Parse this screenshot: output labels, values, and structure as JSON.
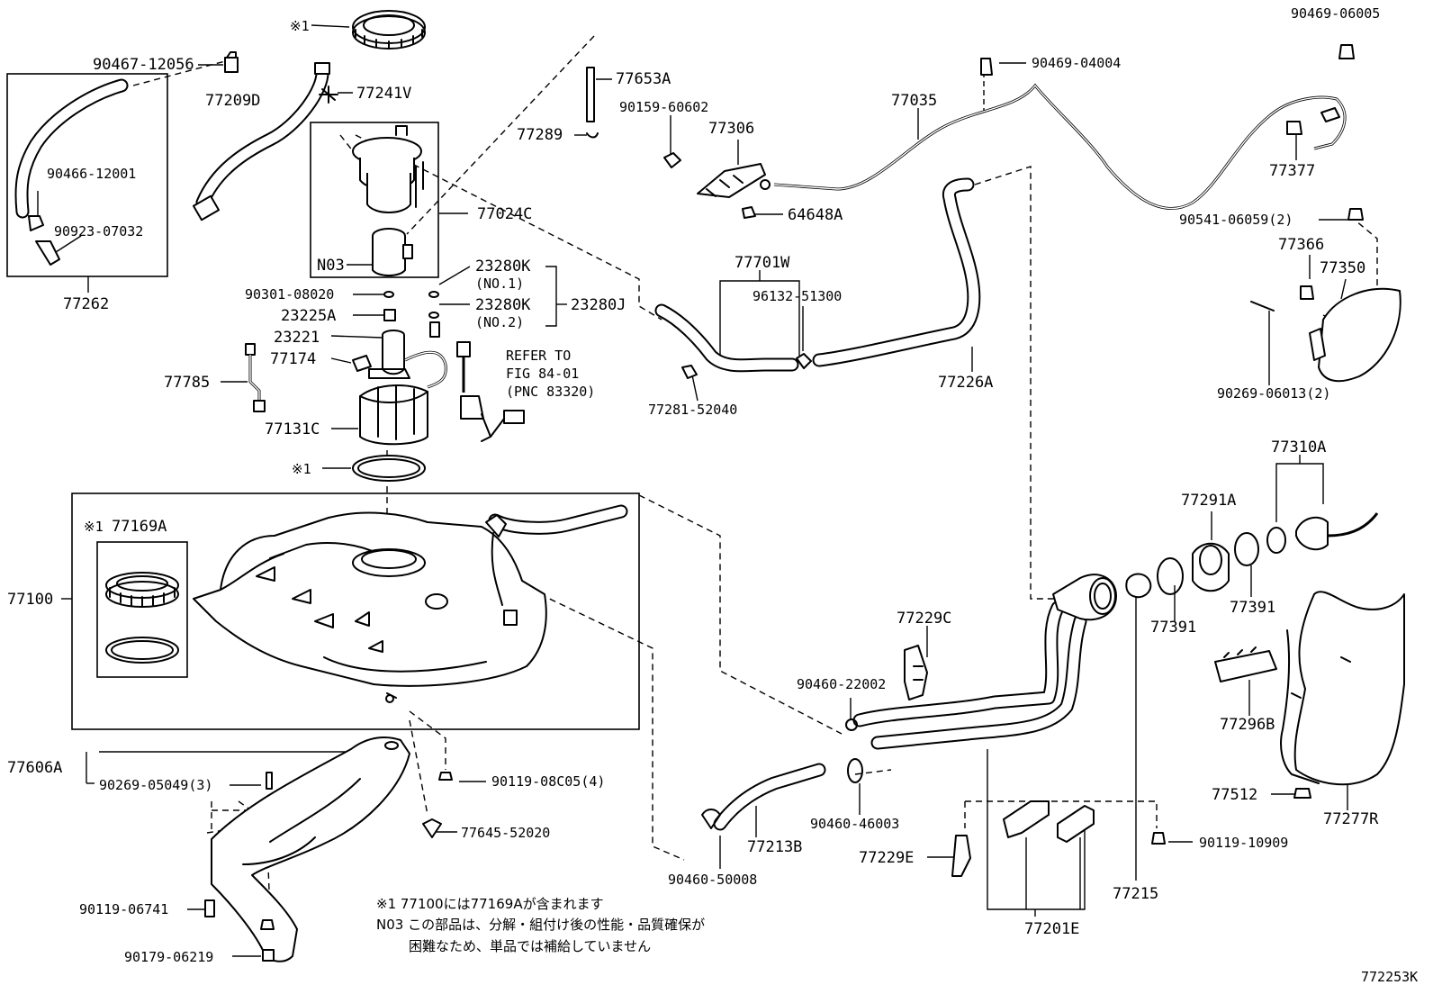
{
  "diagram": {
    "ref_code": "772253K",
    "labels": {
      "p90467_12056": "90467-12056",
      "p77209D": "77209D",
      "p77241V": "77241V",
      "p77653A": "77653A",
      "p90159_60602": "90159-60602",
      "p77306": "77306",
      "p77289": "77289",
      "p77035": "77035",
      "p90469_04004": "90469-04004",
      "p90469_06005": "90469-06005",
      "p77377": "77377",
      "p90466_12001": "90466-12001",
      "p90923_07032": "90923-07032",
      "p77024C": "77024C",
      "p64648A": "64648A",
      "p90541_06059": "90541-06059(2)",
      "p77366": "77366",
      "p77350": "77350",
      "pN03": "N03",
      "p77262": "77262",
      "p23280K_1": "23280K",
      "no1": "(NO.1)",
      "p23280K_2": "23280K",
      "no2": "(NO.2)",
      "p23280J": "23280J",
      "p90301_08020": "90301-08020",
      "p23225A": "23225A",
      "p77701W": "77701W",
      "p96132_51300": "96132-51300",
      "p23221": "23221",
      "refer1": "REFER TO",
      "refer2": "FIG 84-01",
      "refer3": "(PNC 83320)",
      "p77174": "77174",
      "p77785": "77785",
      "p77281_52040": "77281-52040",
      "p77226A": "77226A",
      "p90269_06013": "90269-06013(2)",
      "p77131C": "77131C",
      "p77310A": "77310A",
      "ring_mark": "※1",
      "ring_mark2": "※1",
      "p77291A": "77291A",
      "kit_mark": "※1",
      "p77169A": "77169A",
      "p77100": "77100",
      "p77391a": "77391",
      "p77391b": "77391",
      "p77229C": "77229C",
      "p77296B": "77296B",
      "p90460_22002": "90460-22002",
      "p77606A": "77606A",
      "p90269_05049": "90269-05049(3)",
      "p90119_08C05": "90119-08C05(4)",
      "p90460_46003": "90460-46003",
      "p77512": "77512",
      "p77277R": "77277R",
      "p77645_52020": "77645-52020",
      "p77213B": "77213B",
      "p77229E": "77229E",
      "p90119_10909": "90119-10909",
      "p90460_50008": "90460-50008",
      "p77215": "77215",
      "p90119_06741": "90119-06741",
      "p77201E": "77201E",
      "p90179_06219": "90179-06219"
    },
    "notes": {
      "note1": "※1 77100には77169Aが含まれます",
      "note2": "N03 この部品は、分解・組付け後の性能・品質確保が",
      "note3": "困難なため、単品では補給していません"
    }
  }
}
